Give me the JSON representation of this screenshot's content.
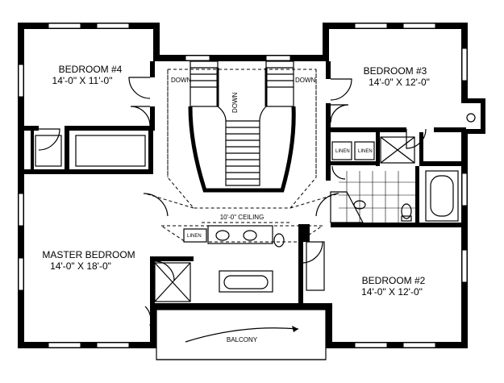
{
  "rooms": {
    "bedroom4": {
      "name": "BEDROOM #4",
      "dims": "14'-0\" X 11'-0\""
    },
    "bedroom3": {
      "name": "BEDROOM #3",
      "dims": "14'-0\" X 12'-0\""
    },
    "master": {
      "name": "MASTER BEDROOM",
      "dims": "14'-0\" X 18'-0\""
    },
    "bedroom2": {
      "name": "BEDROOM #2",
      "dims": "14'-0\" X 12'-0\""
    }
  },
  "labels": {
    "down_left": "DOWN",
    "down_right": "DOWN",
    "down_center": "DOWN",
    "ceiling": "10'-0\" CEILING",
    "linen_master": "LINEN",
    "linen_a": "LINEN",
    "linen_b": "LINEN",
    "balcony": "BALCONY"
  }
}
